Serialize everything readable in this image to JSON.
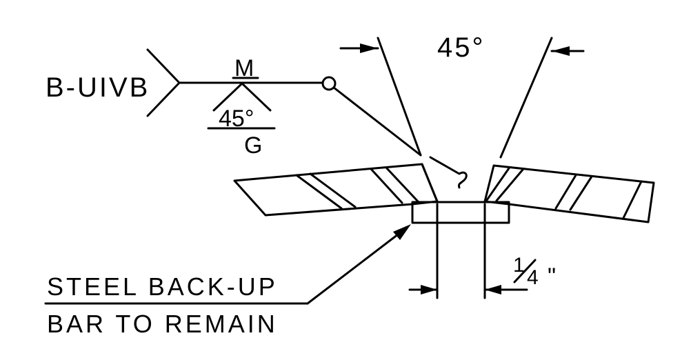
{
  "weld_symbol": {
    "tail_reference": "B-UIVB",
    "arrow_side_note": "M",
    "groove_angle": "45°",
    "finish_symbol": "G"
  },
  "dimensions": {
    "included_angle": "45°",
    "root_opening_fraction_top": "1",
    "root_opening_fraction_bottom": "4",
    "root_opening_unit": "\""
  },
  "leader_note": {
    "line1": "STEEL BACK-UP",
    "line2": "BAR TO REMAIN"
  }
}
